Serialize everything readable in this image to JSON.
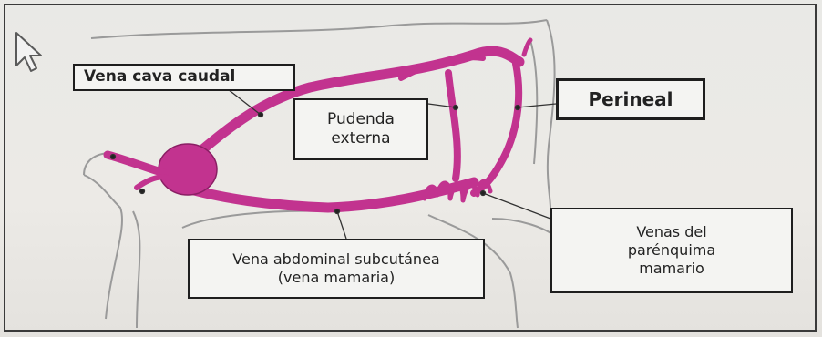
{
  "labels": {
    "vena_cava": "Vena cava caudal",
    "pudenda_line1": "Pudenda",
    "pudenda_line2": "externa",
    "perineal": "Perineal",
    "abdominal_line1": "Vena abdominal subcutánea",
    "abdominal_line2": "(vena mamaria)",
    "venas_line1": "Venas del",
    "venas_line2": "parénquima",
    "venas_line3": "mamario"
  },
  "colors": {
    "vein": "#c2338f",
    "vein_dark": "#8a1f64",
    "outline": "#9a9a9a",
    "pointer": "#5a5a5a"
  },
  "icons": [
    "mouse-pointer-icon"
  ]
}
